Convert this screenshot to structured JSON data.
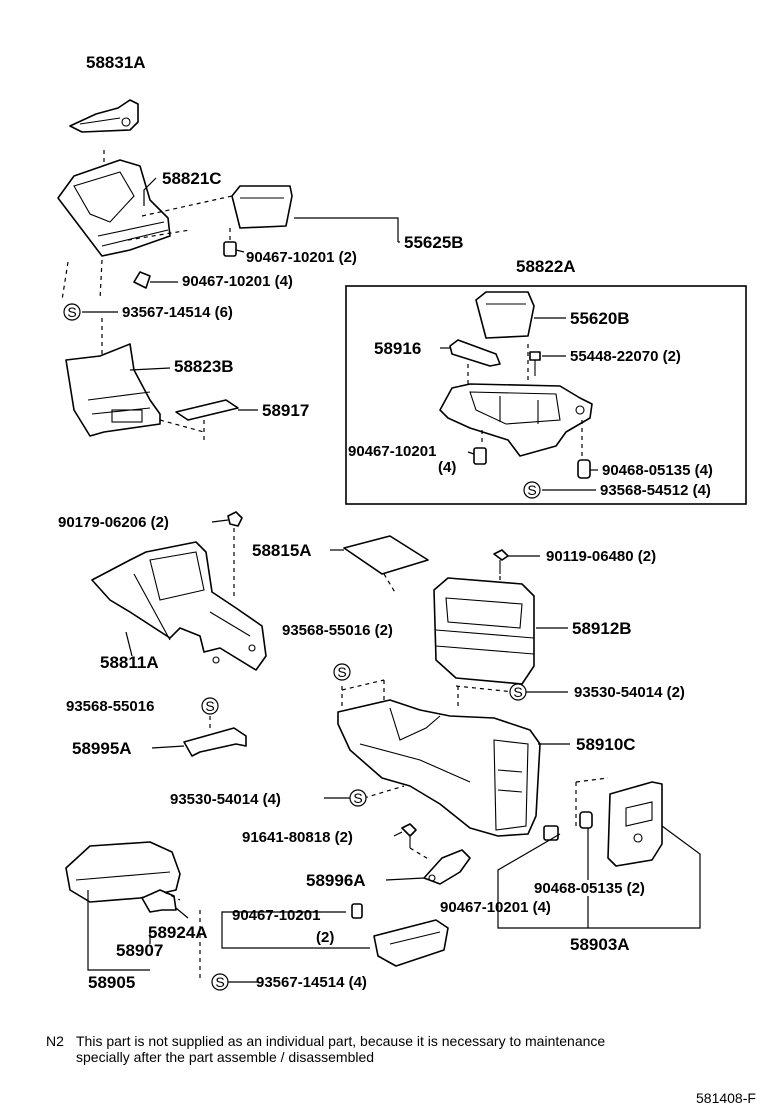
{
  "labels": {
    "p58831A": "58831A",
    "p58821C": "58821C",
    "p55625B": "55625B",
    "p90467_10201_2_top": "90467-10201 (2)",
    "p90467_10201_4_top": "90467-10201 (4)",
    "p93567_14514_6": "93567-14514 (6)",
    "p58823B": "58823B",
    "p58917": "58917",
    "p58822A": "58822A",
    "p55620B": "55620B",
    "p58916": "58916",
    "p55448_22070": "55448-22070 (2)",
    "p90467_10201_box": "90467-10201",
    "p90467_box_qty": "(4)",
    "p90468_05135_box": "90468-05135 (4)",
    "p93568_54512": "93568-54512 (4)",
    "p90179_06206": "90179-06206 (2)",
    "p58815A": "58815A",
    "p90119_06480": "90119-06480 (2)",
    "p93568_55016_2": "93568-55016 (2)",
    "p58912B": "58912B",
    "p58811A": "58811A",
    "p93530_54014_2": "93530-54014 (2)",
    "p93568_55016": "93568-55016",
    "p58910C": "58910C",
    "p58995A": "58995A",
    "p93530_54014_4": "93530-54014 (4)",
    "p91641_80818": "91641-80818 (2)",
    "p58996A": "58996A",
    "p90468_05135_2": "90468-05135 (2)",
    "p90467_10201_4_low": "90467-10201 (4)",
    "p58903A": "58903A",
    "p90467_10201_arm": "90467-10201",
    "p90467_arm_qty": "(2)",
    "p58924A": "58924A",
    "p58907": "58907",
    "p58905": "58905",
    "p93567_14514_4": "93567-14514 (4)"
  },
  "symbol_letter": "S",
  "note": {
    "code": "N2",
    "line1": "This part is not supplied as an individual part, because it is necessary to maintenance",
    "line2": "specially after the part assemble / disassembled"
  },
  "footer_code": "581408-F"
}
